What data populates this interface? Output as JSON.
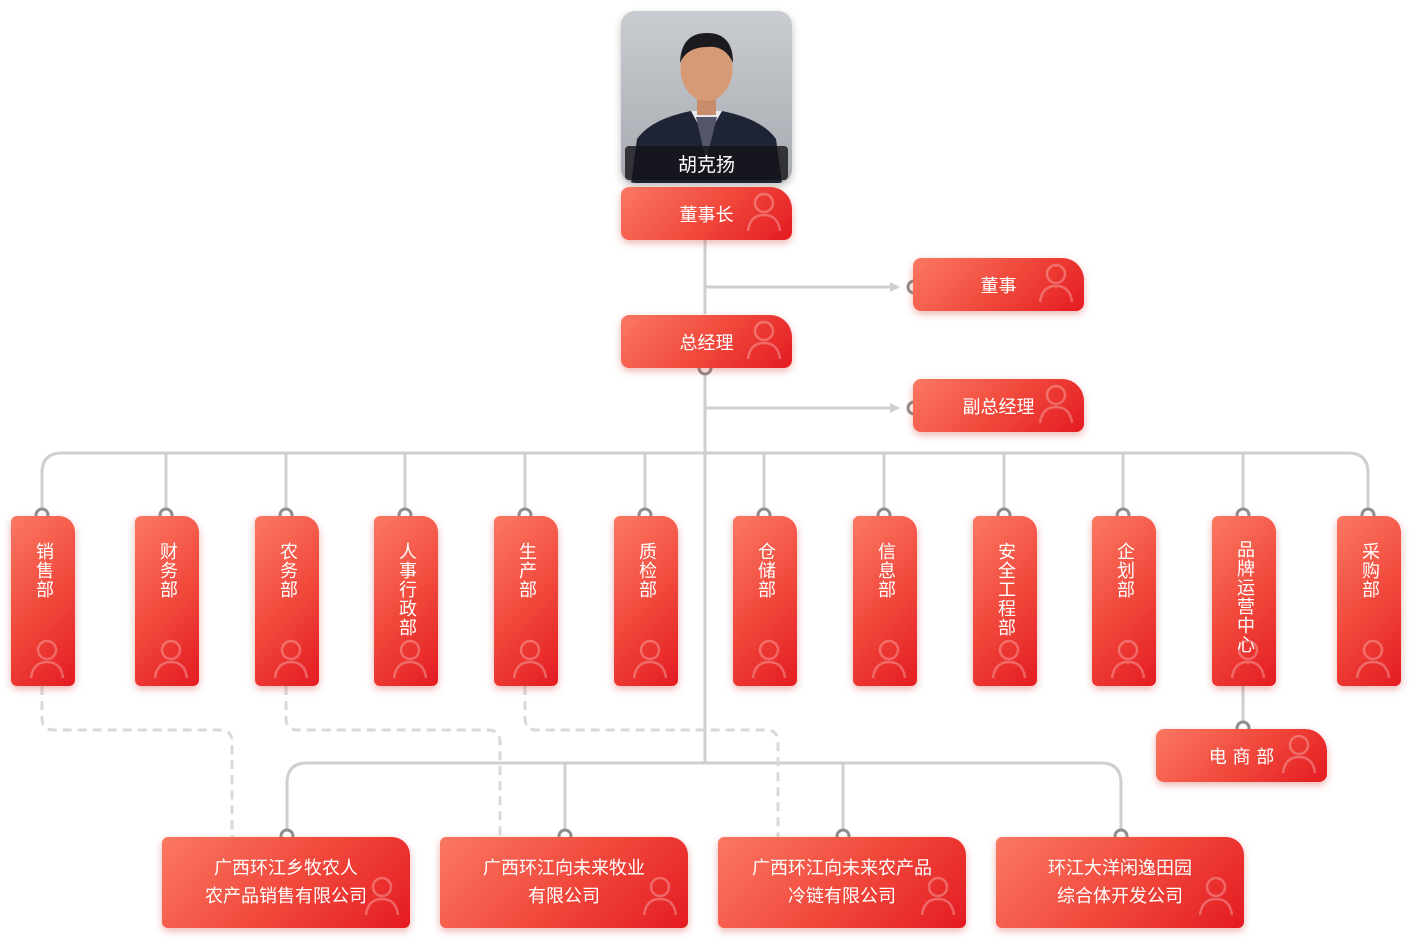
{
  "chairman": {
    "name": "胡克扬",
    "title": "董事长"
  },
  "director": "董事",
  "general_manager": "总经理",
  "deputy_gm": "副总经理",
  "departments": [
    "销售部",
    "财务部",
    "农务部",
    "人事行政部",
    "生产部",
    "质检部",
    "仓储部",
    "信息部",
    "安全工程部",
    "企划部",
    "品牌运营中心",
    "采购部"
  ],
  "ecommerce": "电 商 部",
  "companies": [
    {
      "line1": "广西环江乡牧农人",
      "line2": "农产品销售有限公司"
    },
    {
      "line1": "广西环江向未来牧业",
      "line2": "有限公司"
    },
    {
      "line1": "广西环江向未来农产品",
      "line2": "冷链有限公司"
    },
    {
      "line1": "环江大洋闲逸田园",
      "line2": "综合体开发公司"
    }
  ],
  "colors": {
    "box_start": "#fb7862",
    "box_end": "#e41b22",
    "line": "#cfcfcf",
    "dashed": "#d9d9d9"
  }
}
